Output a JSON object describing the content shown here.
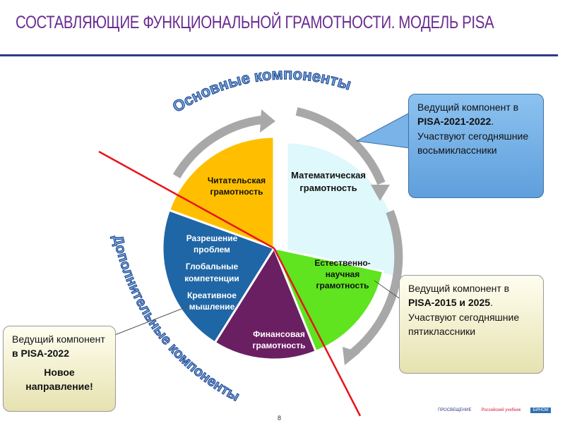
{
  "title": "СОСТАВЛЯЮЩИЕ ФУНКЦИОНАЛЬНОЙ ГРАМОТНОСТИ. МОДЕЛЬ  PISA",
  "arc_labels": {
    "main": "Основные компоненты",
    "additional": "Дополнительные компоненты"
  },
  "segments": [
    {
      "label": "Математическая грамотность",
      "color": "#dff8fb"
    },
    {
      "label": "Естественно-научная грамотность",
      "color": "#5fe41f"
    },
    {
      "label": "Финансовая грамотность",
      "color": "#6b1f63"
    },
    {
      "label_lines": [
        "Разрешение проблем",
        "Глобальные компетенции",
        "Креативное мышление"
      ],
      "color": "#1f66a6"
    },
    {
      "label": "Читательская грамотность",
      "color": "#ffbf00"
    }
  ],
  "callouts": {
    "math": {
      "line1": "Ведущий компонент в",
      "bold": "PISA-2021-2022",
      "rest": "Участвуют сегодняшние восьмиклассники"
    },
    "science": {
      "line1": "Ведущий компонент в",
      "bold": "PISA-2015 и 2025",
      "rest": "Участвуют сегодняшние пятиклассники"
    },
    "creative": {
      "line1": "Ведущий компонент",
      "bold": "в PISA-2022",
      "rest": "Новое направление!"
    }
  },
  "page_number": "8",
  "logos": [
    "ПРОСВЕЩЕНИЕ",
    "Российский учебник",
    "БИНОМ"
  ]
}
